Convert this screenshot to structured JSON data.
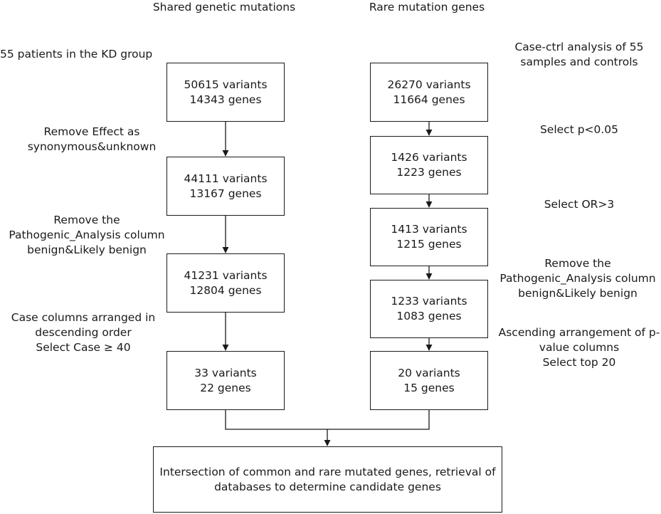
{
  "headings": {
    "left": "Shared genetic mutations",
    "right": "Rare mutation genes"
  },
  "left_boxes": [
    {
      "line1": "50615 variants",
      "line2": "14343 genes"
    },
    {
      "line1": "44111 variants",
      "line2": "13167 genes"
    },
    {
      "line1": "41231 variants",
      "line2": "12804 genes"
    },
    {
      "line1": "33  variants",
      "line2": "22 genes"
    }
  ],
  "right_boxes": [
    {
      "line1": "26270  variants",
      "line2": "11664 genes"
    },
    {
      "line1": "1426  variants",
      "line2": "1223 genes"
    },
    {
      "line1": "1413 variants",
      "line2": "1215 genes"
    },
    {
      "line1": "1233 variants",
      "line2": "1083 genes"
    },
    {
      "line1": "20 variants",
      "line2": "15 genes"
    }
  ],
  "left_labels": [
    {
      "lines": [
        "55 patients in the KD group"
      ]
    },
    {
      "lines": [
        "Remove Effect as",
        "synonymous&unknown"
      ]
    },
    {
      "lines": [
        "Remove the",
        "Pathogenic_Analysis column",
        "benign&Likely benign"
      ]
    },
    {
      "lines": [
        "Case columns arranged in",
        "descending order",
        "Select Case ≥ 40"
      ]
    }
  ],
  "right_labels": [
    {
      "lines": [
        "Case-ctrl analysis of 55",
        "samples and controls"
      ]
    },
    {
      "lines": [
        "Select p<0.05"
      ]
    },
    {
      "lines": [
        "Select OR>3"
      ]
    },
    {
      "lines": [
        "Remove the",
        "Pathogenic_Analysis column",
        "benign&Likely benign"
      ]
    },
    {
      "lines": [
        "Ascending arrangement of p-",
        "value columns",
        "Select top 20"
      ]
    }
  ],
  "final_box": {
    "line1": "Intersection of common and rare mutated genes, retrieval of",
    "line2": "databases to determine candidate genes"
  }
}
